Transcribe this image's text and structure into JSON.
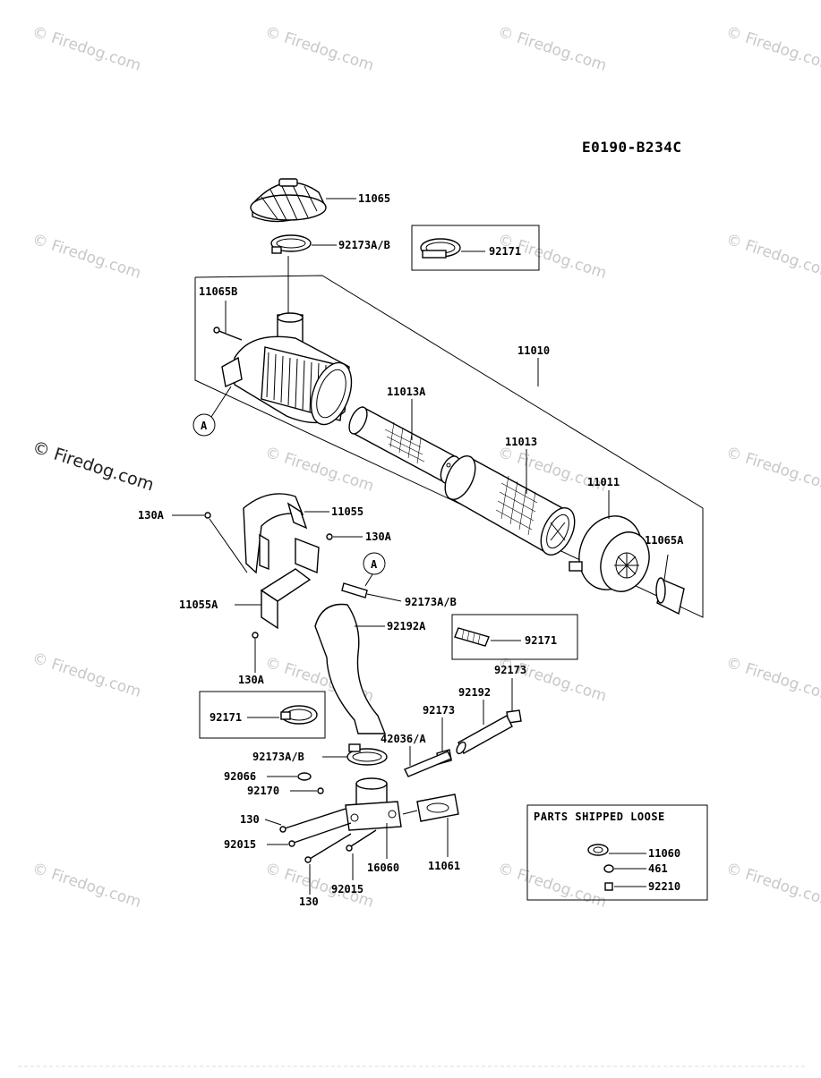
{
  "diagram": {
    "code": "E0190-B234C",
    "watermark": "Firedog.com",
    "watermark_symbol": "©",
    "parts_box_title": "PARTS SHIPPED LOOSE",
    "callout_letter": "A",
    "labels": {
      "p11065": "11065",
      "p92173ab_top": "92173A/B",
      "p92171_top": "92171",
      "p11065b": "11065B",
      "p11010": "11010",
      "p11013a": "11013A",
      "p11013": "11013",
      "p11011": "11011",
      "p11065a": "11065A",
      "p130a_left": "130A",
      "p11055": "11055",
      "p130a_right": "130A",
      "p11055a": "11055A",
      "p92173ab_mid": "92173A/B",
      "p92192a": "92192A",
      "p92171_mid": "92171",
      "p130a_bottom": "130A",
      "p92173_right": "92173",
      "p92192": "92192",
      "p92173_mid": "92173",
      "p92171_low": "92171",
      "p42036a": "42036/A",
      "p92173ab_low": "92173A/B",
      "p92066": "92066",
      "p92170": "92170",
      "p130_a": "130",
      "p92015_a": "92015",
      "p16060": "16060",
      "p11061": "11061",
      "p92015_b": "92015",
      "p130_b": "130",
      "p11060": "11060",
      "p461": "461",
      "p92210": "92210"
    }
  }
}
